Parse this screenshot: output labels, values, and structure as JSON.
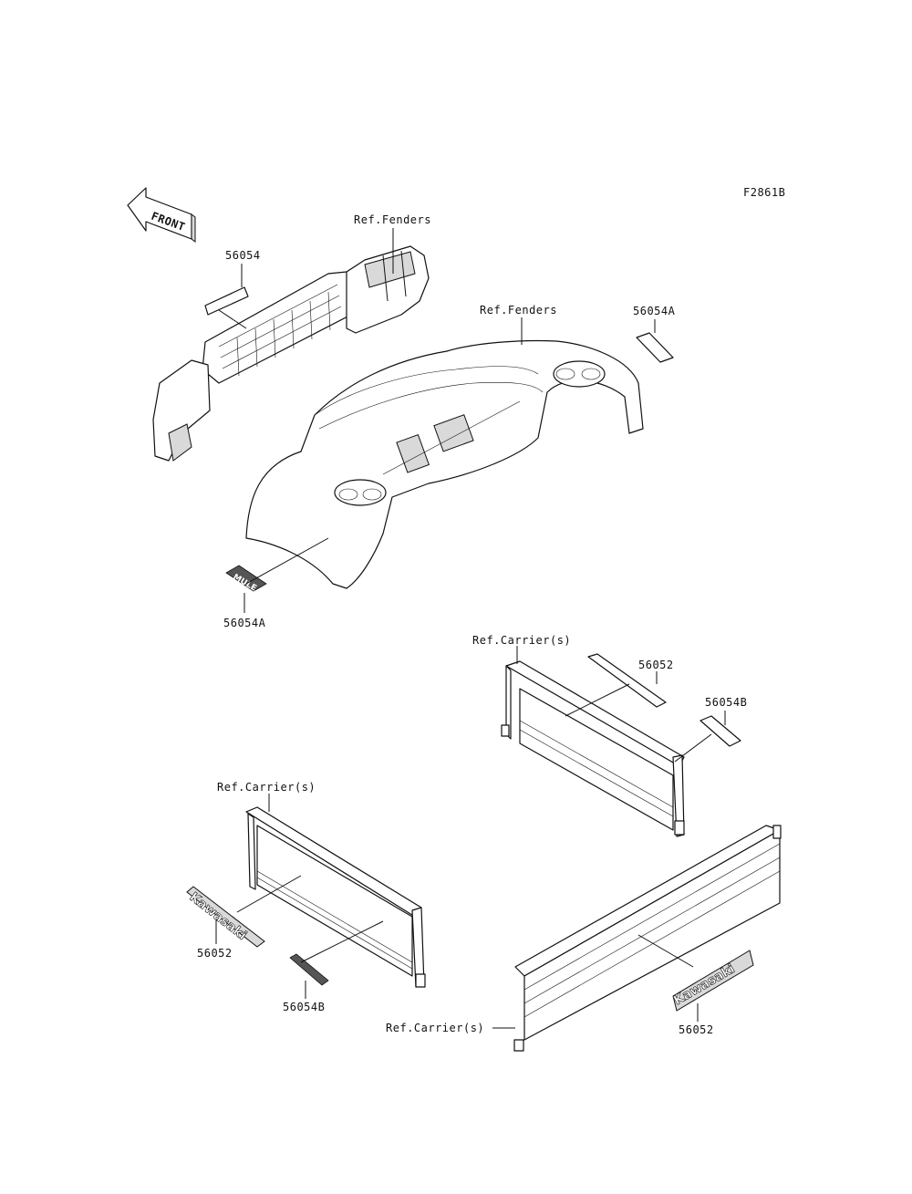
{
  "figure_code": "F2861B",
  "front_arrow": "FRONT",
  "logos": {
    "kawasaki": "Kawasaki",
    "mule": "MULE"
  },
  "labels": {
    "ref_fenders_1": "Ref.Fenders",
    "ref_fenders_2": "Ref.Fenders",
    "p56054": "56054",
    "p56054a_top": "56054A",
    "p56054a_bottom": "56054A",
    "ref_carrier_1": "Ref.Carrier(s)",
    "p56052_1": "56052",
    "p56054b_1": "56054B",
    "ref_carrier_2": "Ref.Carrier(s)",
    "p56052_2": "56052",
    "p56054b_2": "56054B",
    "ref_carrier_3": "Ref.Carrier(s)",
    "p56052_3": "56052"
  }
}
